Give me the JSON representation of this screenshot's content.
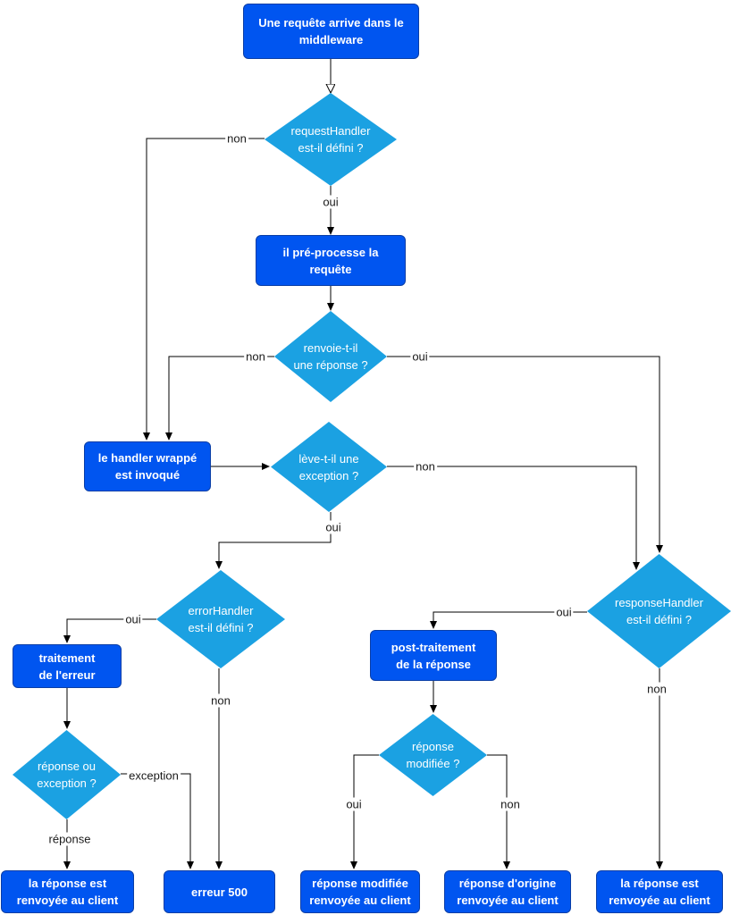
{
  "nodes": {
    "start": "Une requête arrive dans le\nmiddleware",
    "request_handler_q": "requestHandler\nest-il défini ?",
    "preprocess": "il pré-processe la\nrequête",
    "returns_response_q": "renvoie-t-il\nune réponse ?",
    "wrapped_handler": "le handler wrappé\nest invoqué",
    "throws_q": "lève-t-il une\nexception ?",
    "error_handler_q": "errorHandler\nest-il défini ?",
    "response_handler_q": "responseHandler\nest-il défini ?",
    "error_processing": "traitement\nde l'erreur",
    "response_or_exception_q": "réponse ou\nexception ?",
    "post_processing": "post-traitement\nde la réponse",
    "response_modified_q": "réponse\nmodifiée ?",
    "response_sent_left": "la réponse est\nrenvoyée au client",
    "error_500": "erreur 500",
    "modified_response_sent": "réponse modifiée\nrenvoyée au client",
    "original_response_sent": "réponse d'origine\nrenvoyée au client",
    "response_sent_right": "la réponse est\nrenvoyée au client"
  },
  "labels": {
    "non_request_handler": "non",
    "oui_request_handler": "oui",
    "non_returns_response": "non",
    "oui_returns_response": "oui",
    "non_throws": "non",
    "oui_throws": "oui",
    "oui_error_handler": "oui",
    "non_error_handler": "non",
    "oui_response_handler": "oui",
    "non_response_handler": "non",
    "exception_branch": "exception",
    "reponse_branch": "réponse",
    "oui_modified": "oui",
    "non_modified": "non"
  },
  "colors": {
    "rect_fill": "#0055f0",
    "diamond_fill": "#1ba1e2",
    "edge": "#000000"
  }
}
